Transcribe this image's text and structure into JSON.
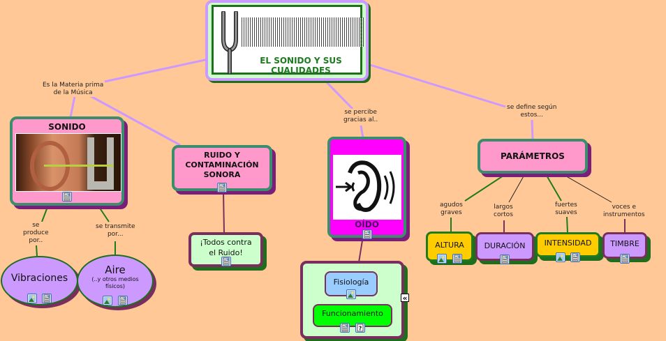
{
  "background_color": "#FFC896",
  "root": {
    "title_line1": "EL SONIDO Y SUS",
    "title_line2": "CUALIDADES",
    "image": "tuning-fork-with-sound-waves"
  },
  "link_labels": {
    "materia_prima": [
      "Es la Materia prima",
      "de la Música"
    ],
    "se_percibe": [
      "se percibe",
      "gracias al.."
    ],
    "se_define": [
      "se define según",
      "estos..."
    ],
    "se_produce": [
      "se",
      "produce",
      "por.."
    ],
    "se_transmite": [
      "se transmite",
      "por..."
    ],
    "agudos": [
      "agudos",
      "graves"
    ],
    "largos": [
      "largos",
      "cortos"
    ],
    "fuertes": [
      "fuertes",
      "suaves"
    ],
    "voces": [
      "voces e",
      "instrumentos"
    ]
  },
  "nodes": {
    "sonido": {
      "label": "SONIDO",
      "image": "ear-and-tuning-fork-photo",
      "resources": [
        "document-icon"
      ]
    },
    "ruido": {
      "label_lines": [
        "RUIDO Y",
        "CONTAMINACIÓN",
        "SONORA"
      ],
      "resources": [
        "document-icon"
      ]
    },
    "todos": {
      "label_lines": [
        "¡Todos contra",
        "el Ruido!"
      ],
      "resources": [
        "document-icon"
      ]
    },
    "oido": {
      "label": "OÍDO",
      "image": "ear-drawing",
      "resources": [
        "document-icon"
      ]
    },
    "fisiologia": {
      "label": "Fisiología",
      "resources": [
        "image-icon"
      ]
    },
    "funcionamiento": {
      "label": "Funcionamiento",
      "resources": [
        "document-icon",
        "help-icon"
      ]
    },
    "parametros": {
      "label": "PARÁMETROS"
    },
    "altura": {
      "label": "ALTURA",
      "resources": [
        "image-icon",
        "document-icon"
      ]
    },
    "duracion": {
      "label": "DURACIÓN",
      "resources": [
        "document-icon"
      ]
    },
    "intensidad": {
      "label": "INTENSIDAD",
      "resources": [
        "image-icon",
        "document-icon"
      ]
    },
    "timbre": {
      "label": "TIMBRE",
      "resources": [
        "document-icon"
      ]
    },
    "vibraciones": {
      "label": "Vibraciones",
      "resources": [
        "image-icon",
        "document-icon"
      ]
    },
    "aire": {
      "label": "Aire",
      "sublabel_lines": [
        "(..y otros medios",
        "físicos)"
      ],
      "resources": [
        "image-icon",
        "document-icon"
      ]
    }
  },
  "collapse_control": {
    "glyph": "«"
  },
  "colors": {
    "pink": "#FF99CC",
    "magenta": "#FF00FF",
    "lavender": "#CC99FF",
    "light_green": "#CCFFCC",
    "bright_green": "#00FF00",
    "light_blue": "#99CCFF",
    "yellow": "#FFCC00",
    "teal_border": "#3C8C6E",
    "plum_border": "#7A2E5E",
    "green_border": "#1E7A1E",
    "link_lavender": "#CC99FF",
    "dark_green_text": "#1E7A1E"
  }
}
